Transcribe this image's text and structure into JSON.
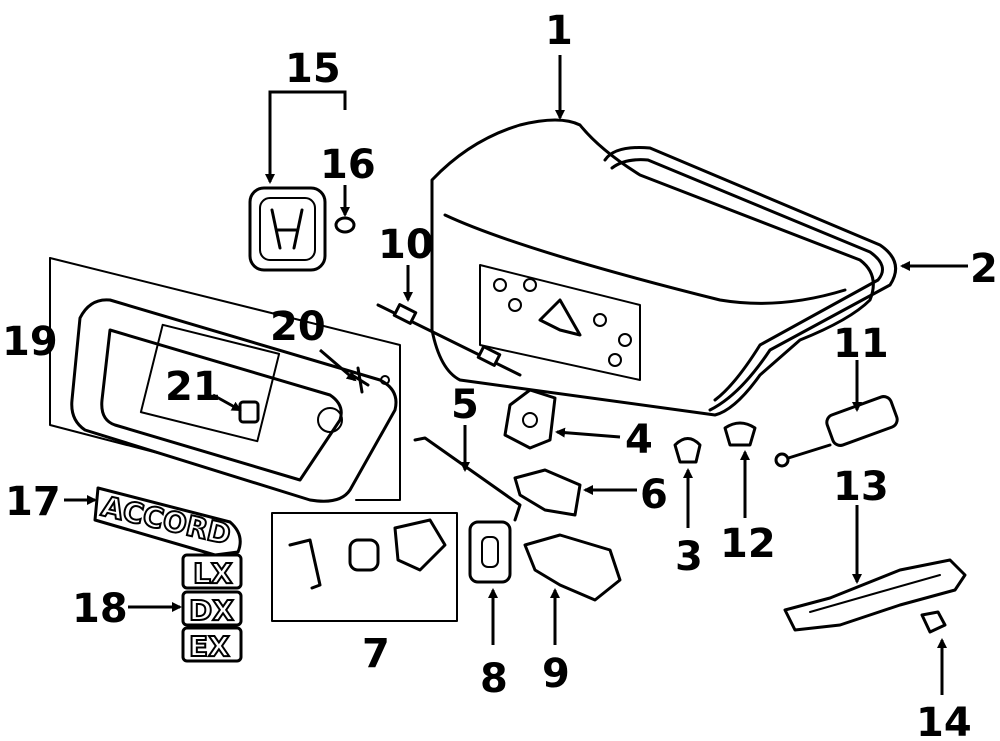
{
  "callouts": {
    "c1": "1",
    "c2": "2",
    "c3": "3",
    "c4": "4",
    "c5": "5",
    "c6": "6",
    "c7": "7",
    "c8": "8",
    "c9": "9",
    "c10": "10",
    "c11": "11",
    "c12": "12",
    "c13": "13",
    "c14": "14",
    "c15": "15",
    "c16": "16",
    "c17": "17",
    "c18": "18",
    "c19": "19",
    "c20": "20",
    "c21": "21"
  },
  "emblems": {
    "accord": "ACCORD",
    "lx": "LX",
    "dx": "DX",
    "ex": "EX"
  }
}
